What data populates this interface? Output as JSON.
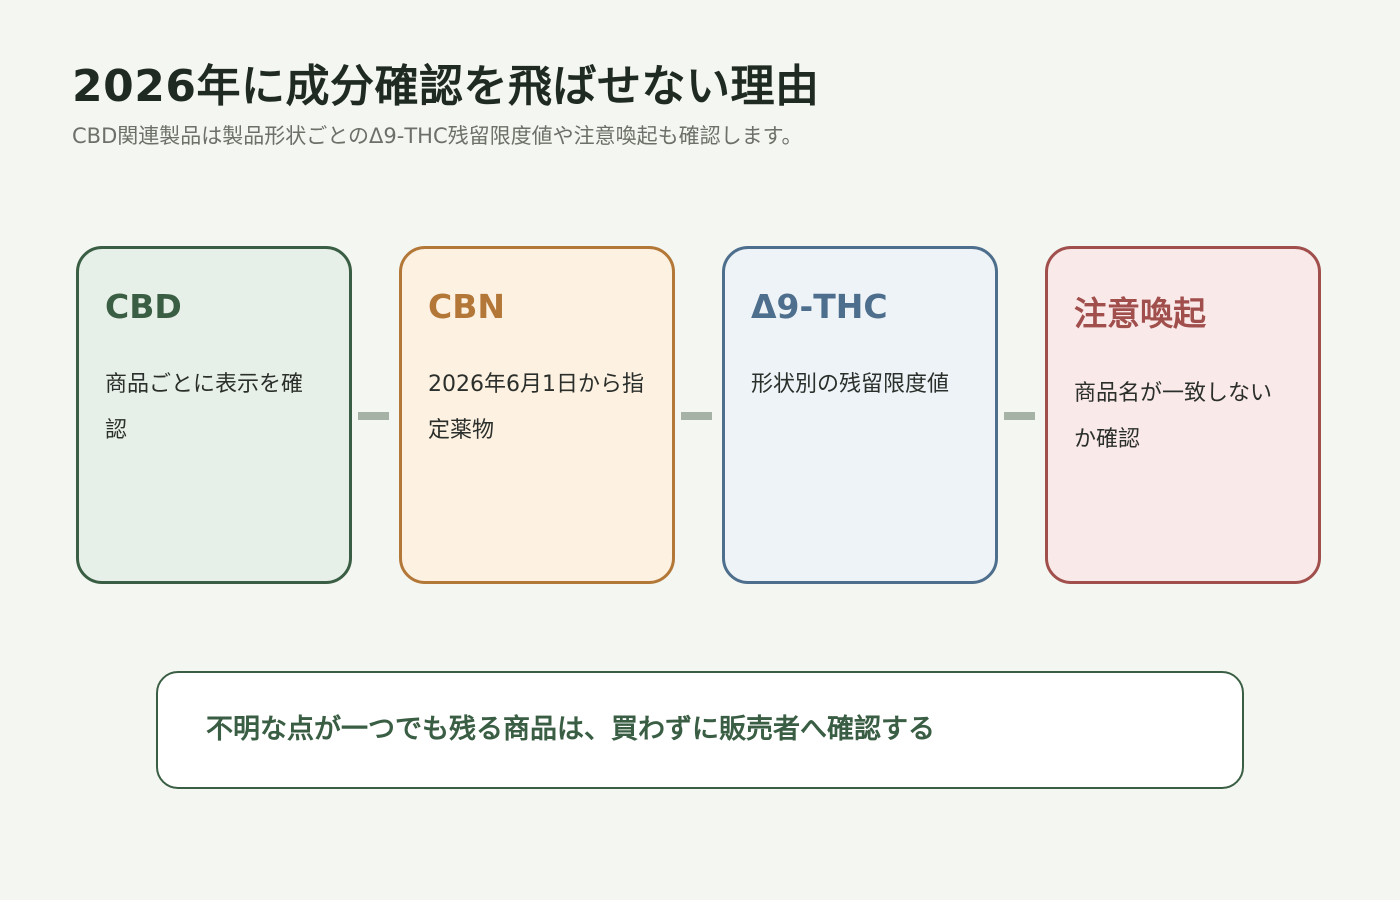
{
  "header": {
    "title": "2026年に成分確認を飛ばせない理由",
    "subtitle": "CBD関連製品は製品形状ごとのΔ9-THC残留限度値や注意喚起も確認します。"
  },
  "cards": [
    {
      "heading": "CBD",
      "body": "商品ごとに表示を確認",
      "color": "#3a5e44",
      "background": "#e7f0e8"
    },
    {
      "heading": "CBN",
      "body": "2026年6月1日から指定薬物",
      "color": "#b37838",
      "background": "#fdf1e2"
    },
    {
      "heading": "Δ9-THC",
      "body": "形状別の残留限度値",
      "color": "#4d6e8c",
      "background": "#eef3f7"
    },
    {
      "heading": "注意喚起",
      "body": "商品名が一致しないか確認",
      "color": "#a04f4c",
      "background": "#fae9e9"
    }
  ],
  "note": {
    "text": "不明な点が一つでも残る商品は、買わずに販売者へ確認する"
  },
  "colors": {
    "page_background": "#f4f6f1",
    "connector": "#a7b2a6",
    "note_border": "#3a5e44"
  }
}
